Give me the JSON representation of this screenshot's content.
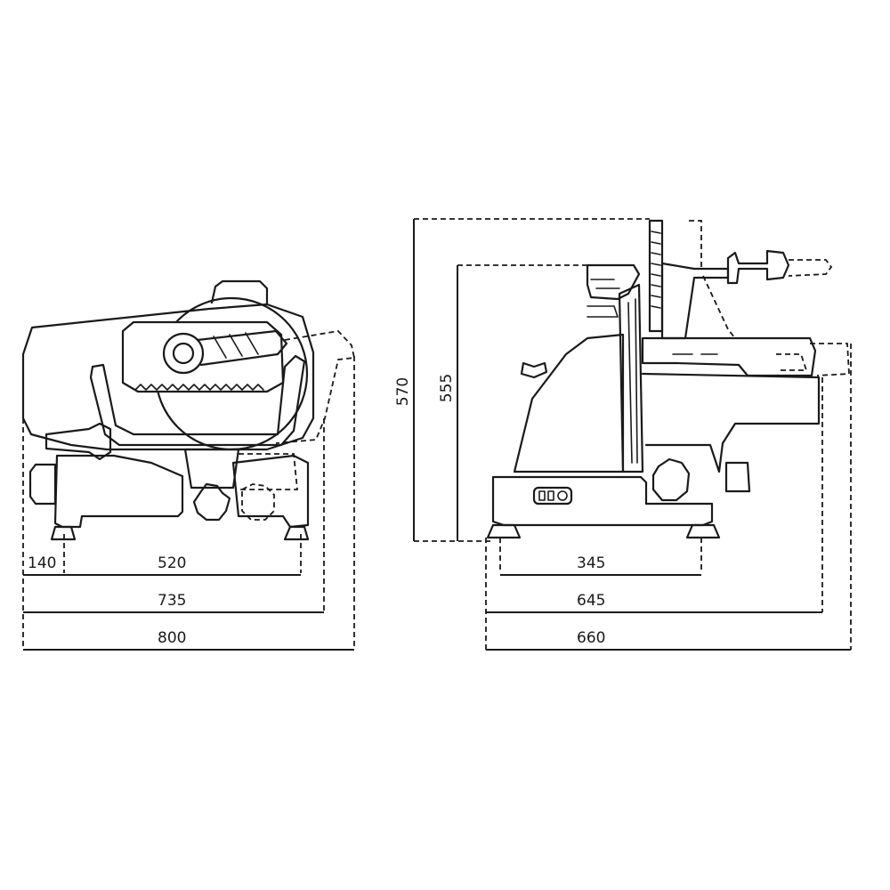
{
  "diagram": {
    "front_view": {
      "width_dimensions": [
        {
          "label": "140"
        },
        {
          "label": "520"
        },
        {
          "label": "735"
        },
        {
          "label": "800"
        }
      ]
    },
    "side_view": {
      "width_dimensions": [
        {
          "label": "345"
        },
        {
          "label": "645"
        },
        {
          "label": "660"
        }
      ],
      "height_dimensions": [
        {
          "label": "570"
        },
        {
          "label": "555"
        }
      ]
    },
    "colors": {
      "line": "#1a1a1a",
      "background": "#ffffff"
    }
  }
}
